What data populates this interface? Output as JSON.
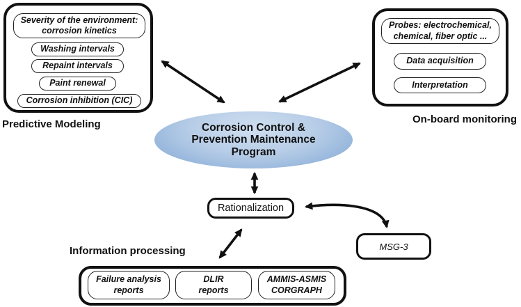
{
  "center": {
    "label": "Corrosion Control &\nPrevention Maintenance\nProgram"
  },
  "predictive_modeling": {
    "label": "Predictive Modeling",
    "items": [
      {
        "label": "Severity of the environment:\ncorrosion kinetics"
      },
      {
        "label": "Washing intervals"
      },
      {
        "label": "Repaint intervals"
      },
      {
        "label": "Paint renewal"
      },
      {
        "label": "Corrosion inhibition (CIC)"
      }
    ]
  },
  "onboard_monitoring": {
    "label": "On-board monitoring",
    "items": [
      {
        "label": "Probes: electrochemical,\nchemical, fiber optic ..."
      },
      {
        "label": "Data acquisition"
      },
      {
        "label": "Interpretation"
      }
    ]
  },
  "rationalization": {
    "label": "Rationalization"
  },
  "msg3": {
    "label": "MSG-3"
  },
  "information_processing": {
    "label": "Information processing",
    "items": [
      {
        "label": "Failure analysis\nreports"
      },
      {
        "label": "DLIR\nreports"
      },
      {
        "label": "AMMIS-ASMIS\nCORGRAPH"
      }
    ]
  },
  "colors": {
    "ellipse_light": "#cfdff0",
    "ellipse_mid": "#b7cde7",
    "ellipse_dark": "#7fa6d4",
    "line": "#111111"
  }
}
